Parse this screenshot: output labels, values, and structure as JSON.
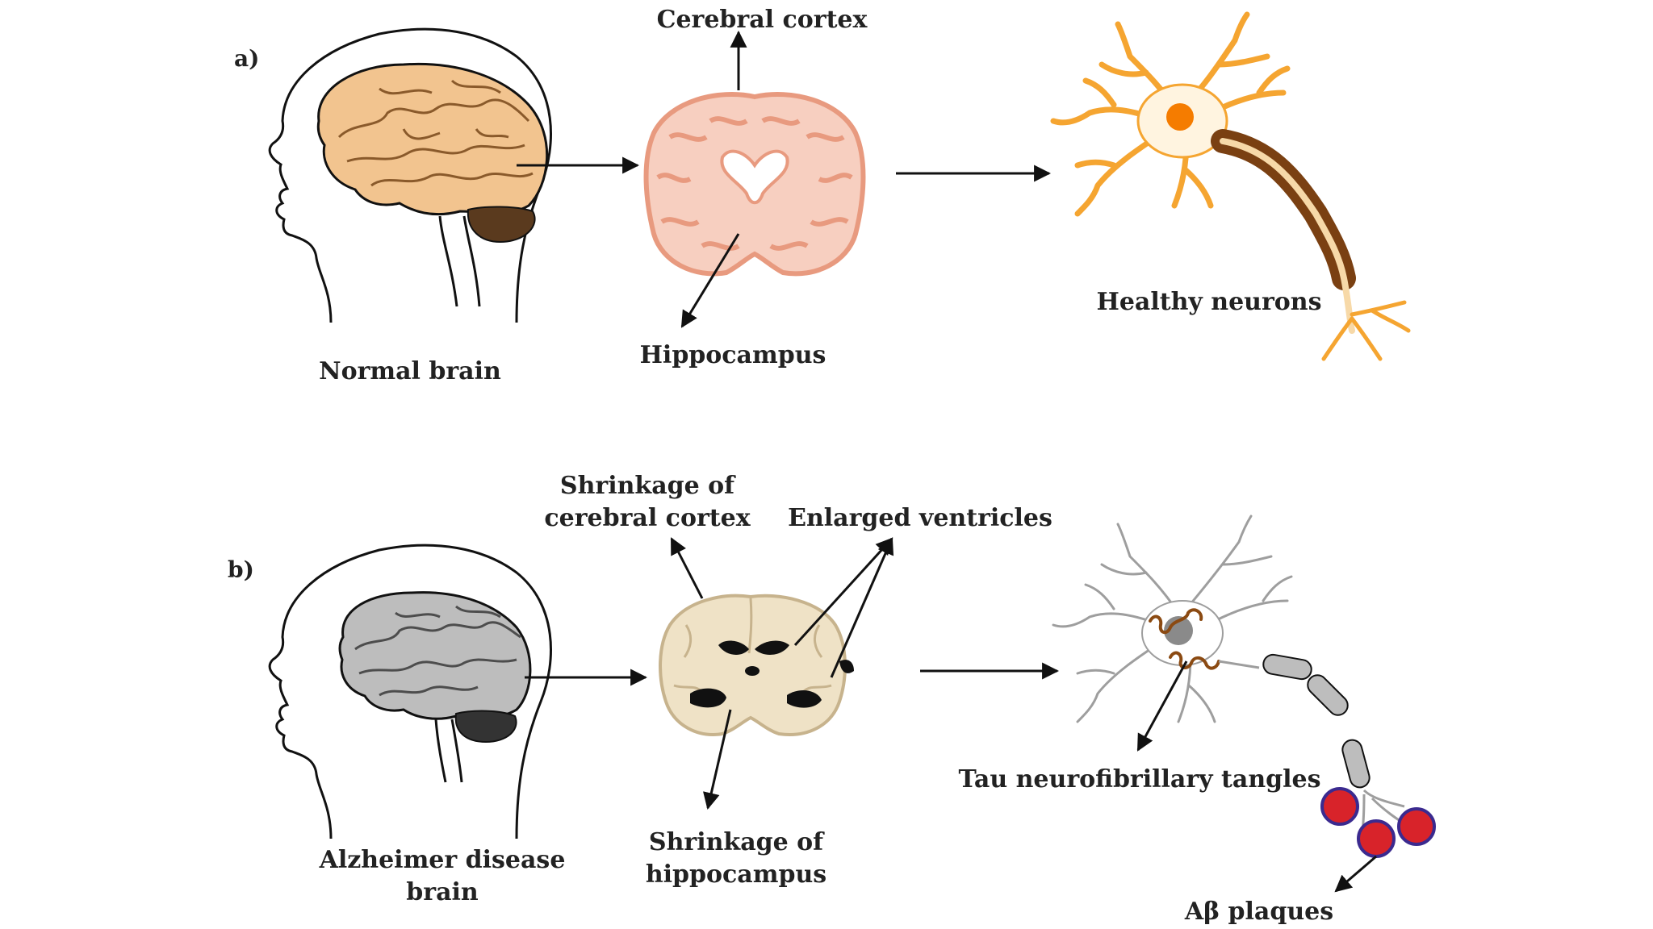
{
  "panels": {
    "a": {
      "marker": "a)",
      "normal_brain": "Normal brain",
      "cerebral_cortex": "Cerebral cortex",
      "hippocampus": "Hippocampus",
      "healthy_neurons": "Healthy neurons"
    },
    "b": {
      "marker": "b)",
      "alzheimer_brain_line1": "Alzheimer disease",
      "alzheimer_brain_line2": "brain",
      "shrink_cortex_line1": "Shrinkage of",
      "shrink_cortex_line2": "cerebral cortex",
      "enlarged_ventricles": "Enlarged ventricles",
      "shrink_hippo_line1": "Shrinkage of",
      "shrink_hippo_line2": "hippocampus",
      "tau_tangles": "Tau neurofibrillary tangles",
      "abeta_plaques": "Aβ plaques"
    }
  },
  "colors": {
    "healthy_brain": "#f2c48f",
    "healthy_brain_fold": "#8a5a2b",
    "cerebellum": "#5a3a1e",
    "coronal_healthy": "#f7cfc0",
    "coronal_healthy_edge": "#e89a7f",
    "neuron_healthy": "#f5a531",
    "neuron_nucleus": "#f57c00",
    "myelin": "#7a4012",
    "ad_brain": "#bdbdbd",
    "ad_fold": "#4d4d4d",
    "coronal_ad": "#efe2c6",
    "coronal_ad_edge": "#c7b38d",
    "ventricle": "#111111",
    "neuron_ad": "#9e9e9e",
    "tau": "#8b4a12",
    "plaque": "#d8232a",
    "plaque_accent": "#3b2a8f"
  }
}
